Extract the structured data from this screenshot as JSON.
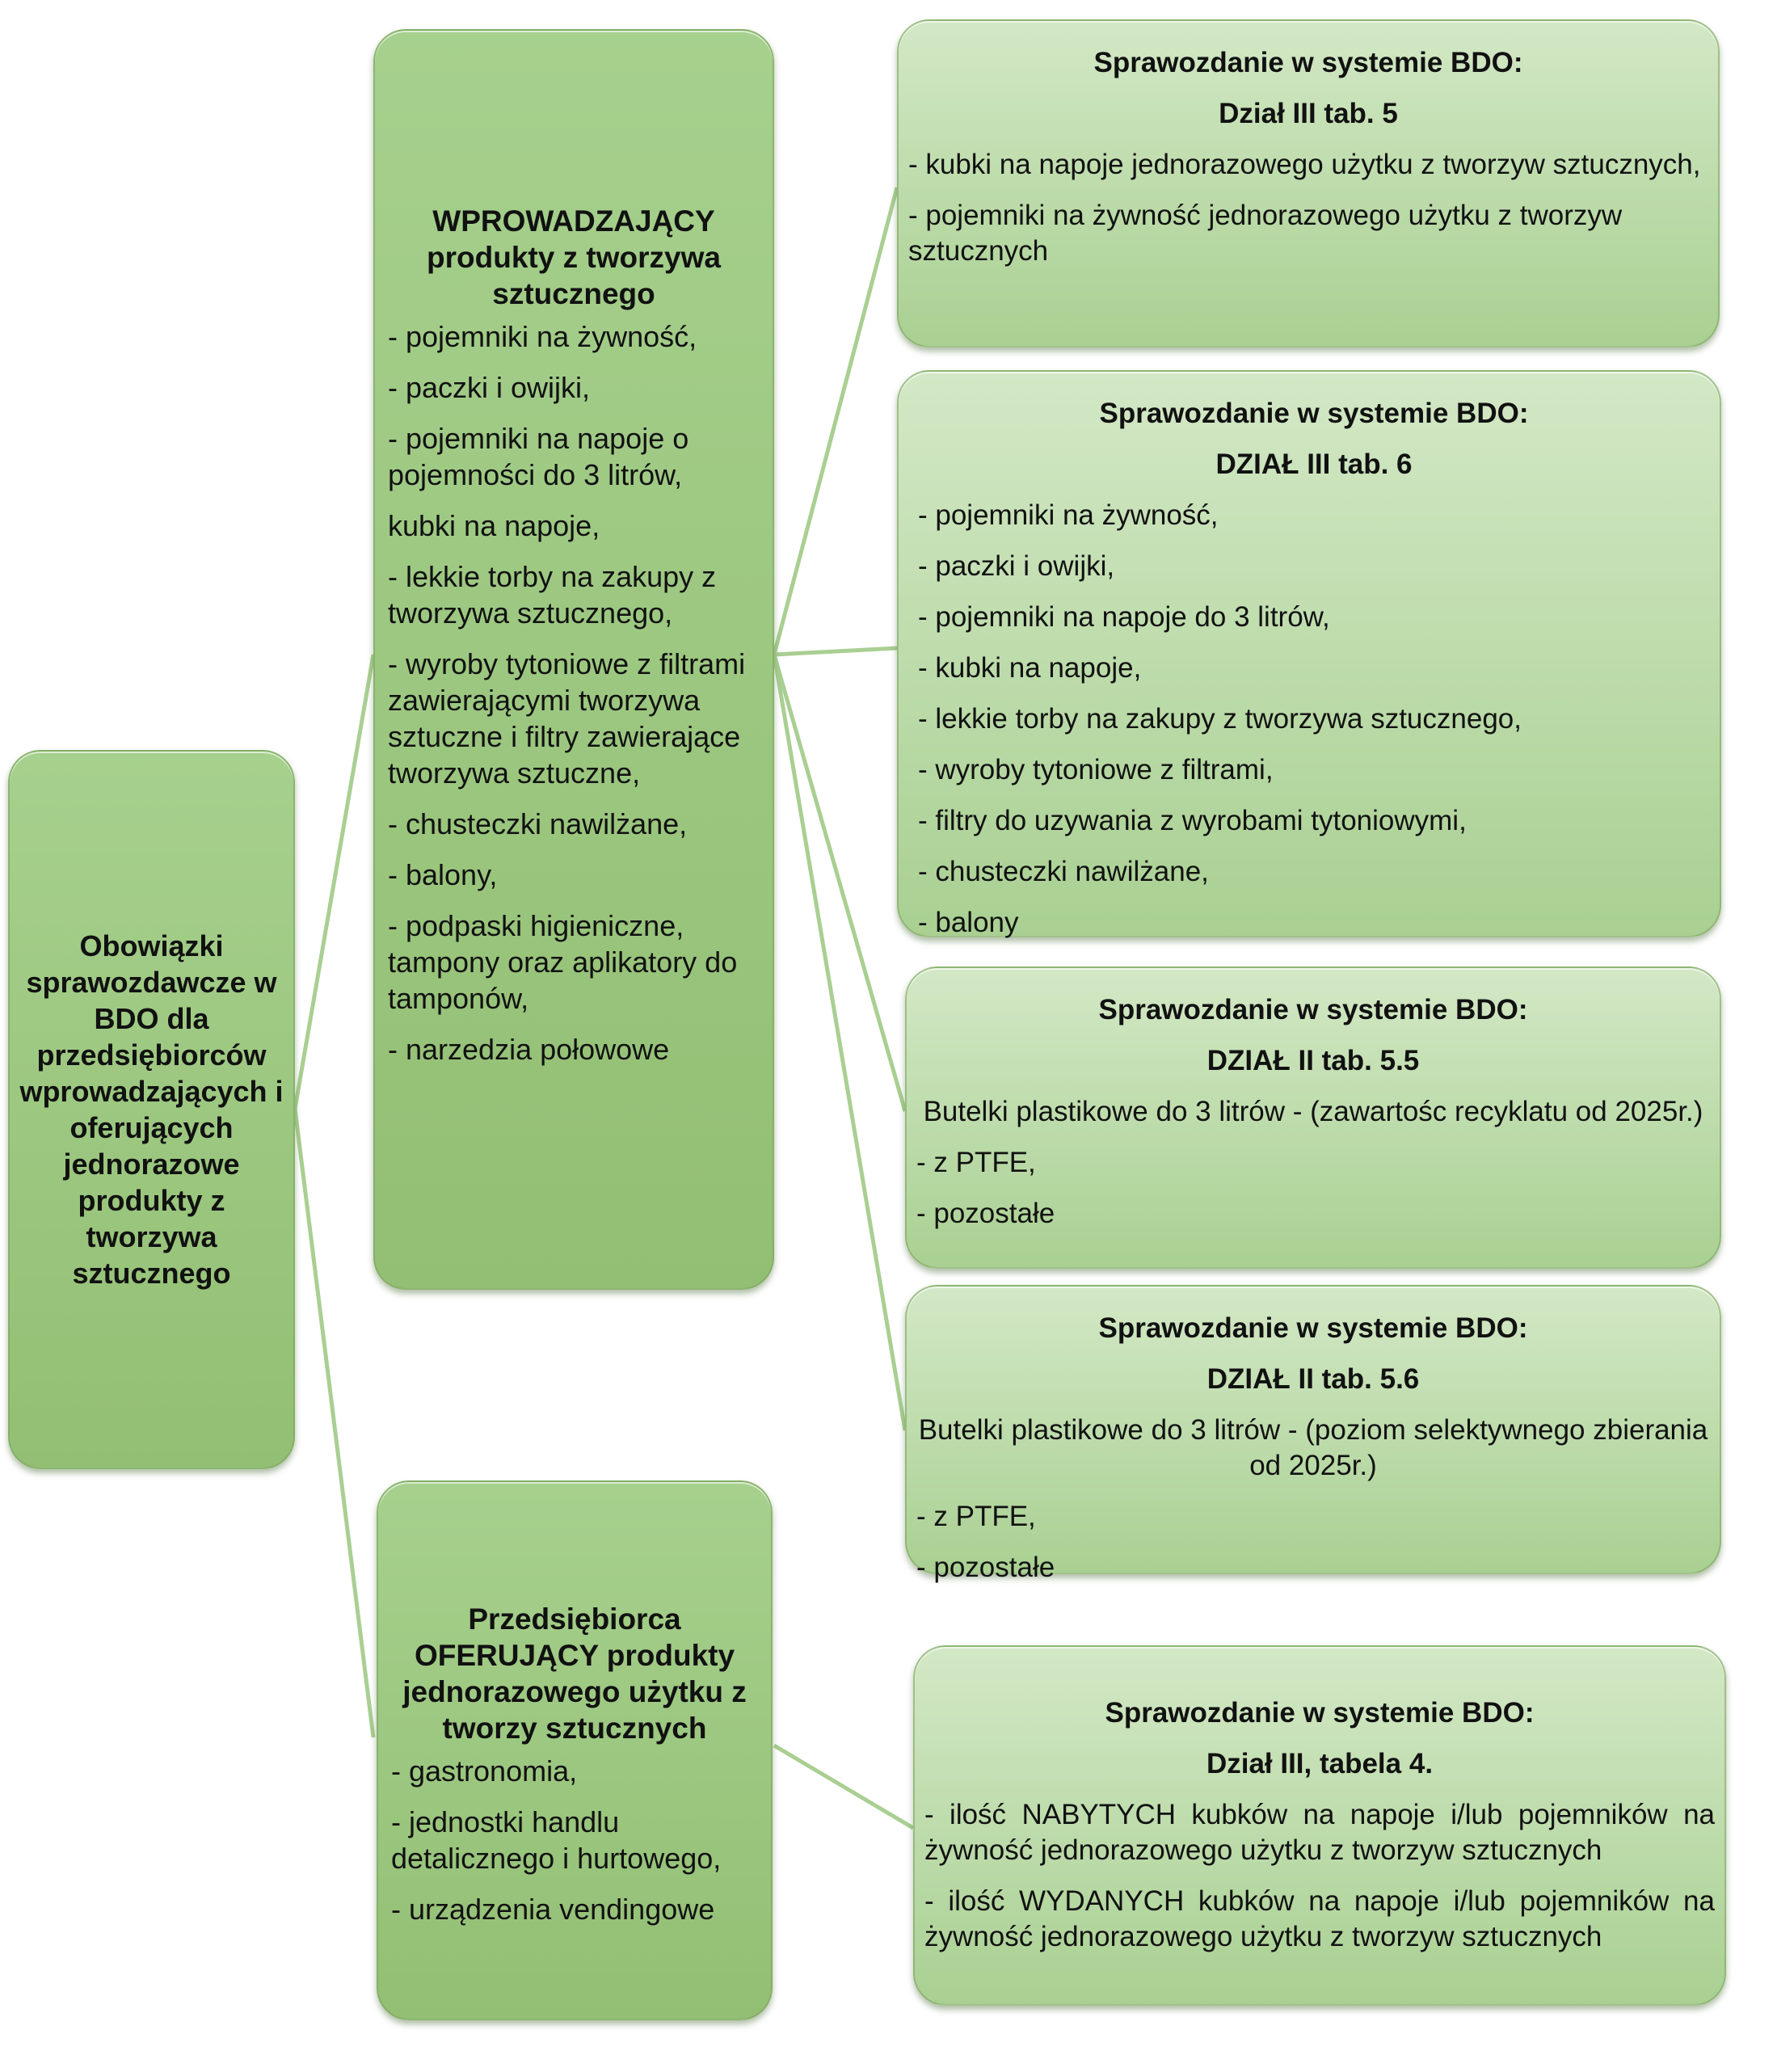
{
  "root": {
    "text": "Obowiązki sprawozdawcze w BDO dla przedsiębiorców wprowadzających i oferujących jednorazowe produkty z tworzywa sztucznego"
  },
  "wprowadzajacy": {
    "title": "WPROWADZAJĄCY produkty z tworzywa sztucznego",
    "items": [
      "- pojemniki na żywność,",
      "- paczki i owijki,",
      "- pojemniki na napoje o pojemności do 3 litrów,",
      "kubki na napoje,",
      "- lekkie torby na zakupy z tworzywa sztucznego,",
      "- wyroby tytoniowe z filtrami zawierającymi tworzywa sztuczne i filtry zawierające tworzywa sztuczne,",
      "- chusteczki nawilżane,",
      "- balony,",
      "- podpaski higieniczne, tampony oraz aplikatory do tamponów,",
      "- narzedzia połowowe"
    ]
  },
  "oferujacy": {
    "title": "Przedsiębiorca OFERUJĄCY produkty jednorazowego użytku z tworzy sztucznych",
    "items": [
      "- gastronomia,",
      "- jednostki handlu detalicznego i hurtowego,",
      "- urządzenia vendingowe"
    ]
  },
  "reports": [
    {
      "heading": "Sprawozdanie w systemie BDO:",
      "section": "Dział III tab. 5",
      "note": "",
      "items": [
        "- kubki na napoje jednorazowego użytku z tworzyw sztucznych,",
        "- pojemniki na żywność jednorazowego użytku z tworzyw sztucznych"
      ]
    },
    {
      "heading": "Sprawozdanie w systemie BDO:",
      "section": "DZIAŁ III tab. 6",
      "note": "",
      "items": [
        "- pojemniki na żywność,",
        "- paczki i owijki,",
        "- pojemniki na napoje do 3 litrów,",
        "- kubki na napoje,",
        "- lekkie torby na zakupy z tworzywa sztucznego,",
        "- wyroby tytoniowe z filtrami,",
        "- filtry do uzywania z wyrobami tytoniowymi,",
        "- chusteczki nawilżane,",
        "- balony"
      ]
    },
    {
      "heading": "Sprawozdanie w systemie BDO:",
      "section": "DZIAŁ II tab. 5.5",
      "note": "Butelki plastikowe do 3 litrów - (zawartośc recyklatu od 2025r.)",
      "items": [
        "- z PTFE,",
        "- pozostałe"
      ]
    },
    {
      "heading": "Sprawozdanie w systemie BDO:",
      "section": "DZIAŁ II tab. 5.6",
      "note": "Butelki plastikowe do 3 litrów - (poziom selektywnego zbierania od 2025r.)",
      "items": [
        "- z PTFE,",
        "- pozostałe"
      ]
    },
    {
      "heading": "Sprawozdanie w systemie BDO:",
      "section": "Dział III, tabela 4.",
      "note": "",
      "items": [
        "- ilość NABYTYCH kubków na napoje i/lub pojemników na żywność jednorazowego użytku z tworzyw sztucznych",
        "- ilość WYDANYCH kubków  na napoje i/lub pojemników na żywność jednorazowego użytku z tworzyw sztucznych"
      ]
    }
  ],
  "colors": {
    "connector": "#a9cf92",
    "dark_fill": "#9cc77f",
    "light_fill": "#c3e0b1"
  }
}
